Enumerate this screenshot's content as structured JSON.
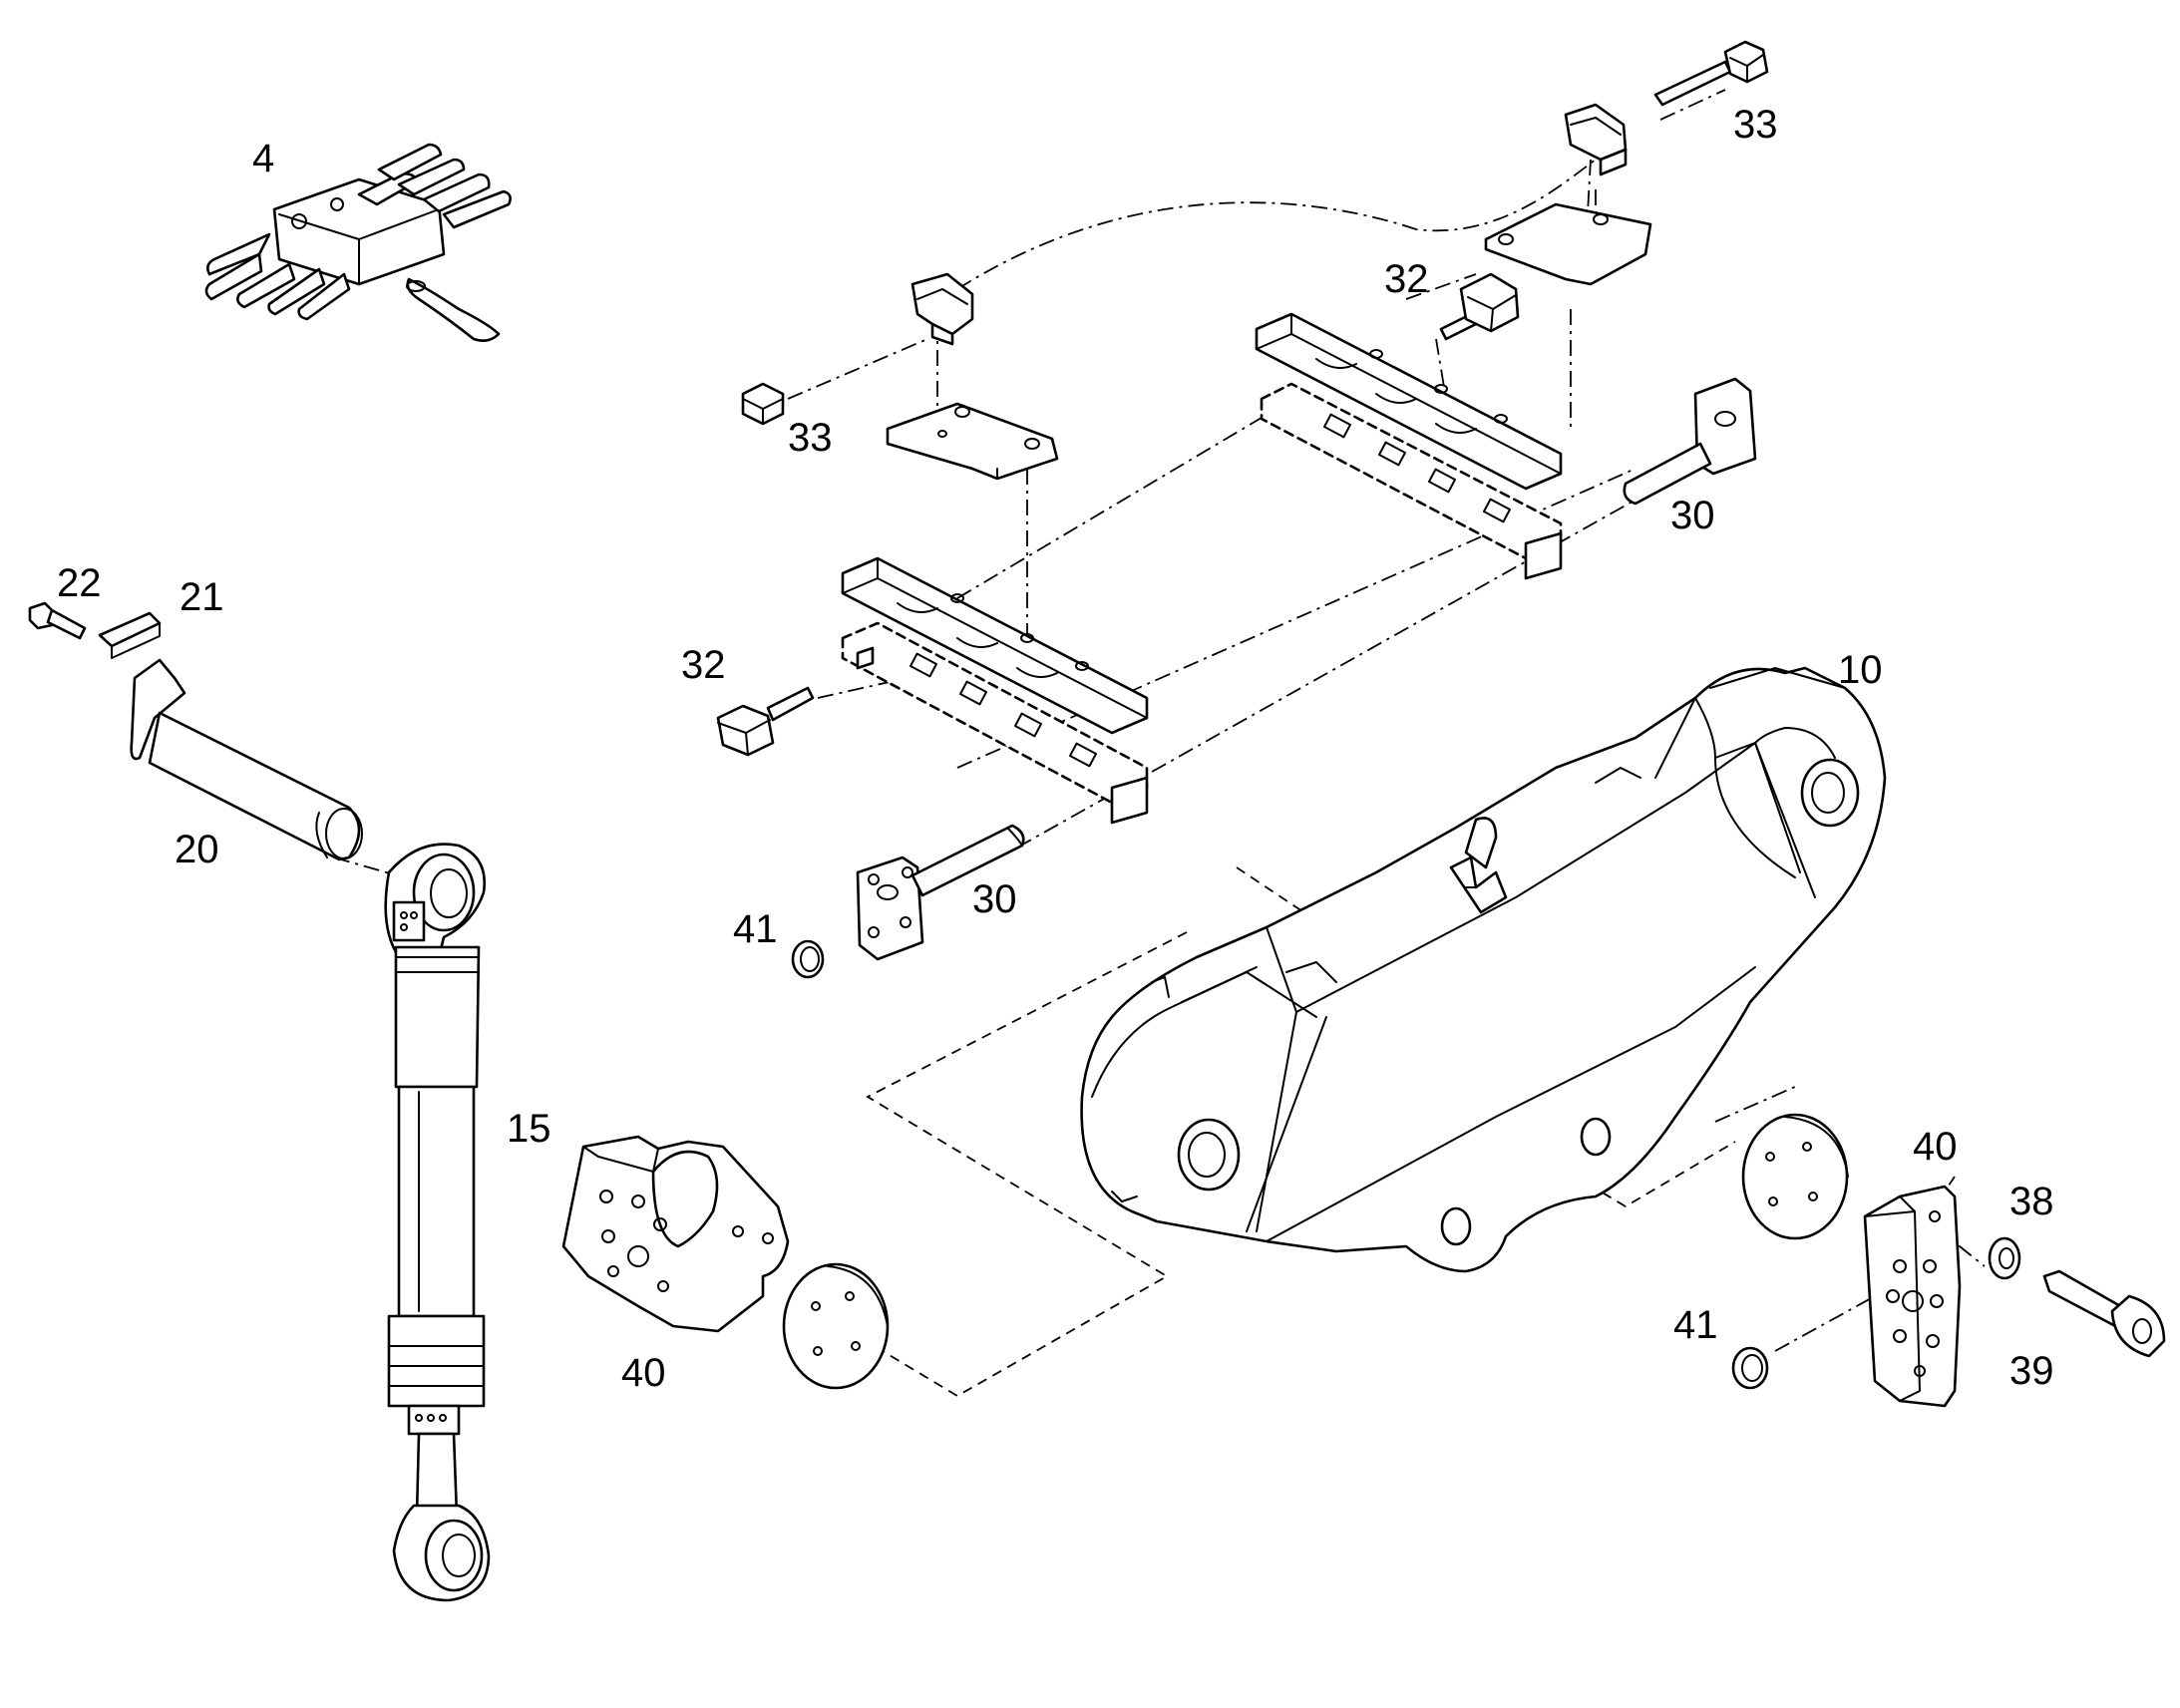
{
  "colors": {
    "line": "#000000",
    "background": "#ffffff"
  },
  "callouts": {
    "manifold": "4",
    "bolt_top_right": "33",
    "nut_left": "33",
    "bolt_mid_right": "32",
    "nut_mid_left": "32",
    "pin_right": "30",
    "pin_left": "30",
    "screw": "22",
    "lock_plate": "21",
    "pin_cylinder": "20",
    "boom": "10",
    "seal_left": "41",
    "cylinder": "15",
    "bracket_left": "40",
    "bracket_right": "40",
    "washer": "38",
    "seal_right": "41",
    "bolt_bracket": "39"
  }
}
